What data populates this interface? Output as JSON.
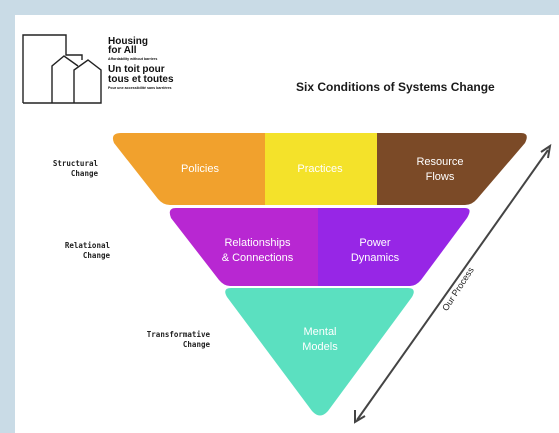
{
  "logo": {
    "line1": "Housing",
    "line2": "for All",
    "tagline_en": "Affordability without barriers",
    "line3": "Un toit pour",
    "line4": "tous et toutes",
    "tagline_fr": "Pour une accessibilité sans barrières"
  },
  "title": "Six Conditions of Systems Change",
  "levels": [
    {
      "label": "Structural\nChange"
    },
    {
      "label": "Relational\nChange"
    },
    {
      "label": "Transformative\nChange"
    }
  ],
  "segments": [
    {
      "label": "Policies",
      "color": "#f1a12d"
    },
    {
      "label": "Practices",
      "color": "#f4e22a"
    },
    {
      "label": "Resource\nFlows",
      "color": "#7b4a27"
    },
    {
      "label": "Relationships\n& Connections",
      "color": "#b827d2"
    },
    {
      "label": "Power\nDynamics",
      "color": "#9726e6"
    },
    {
      "label": "Mental\nModels",
      "color": "#5be0c0"
    }
  ],
  "process_label": "Our Process",
  "colors": {
    "background": "#c9dbe6",
    "card": "#ffffff"
  }
}
